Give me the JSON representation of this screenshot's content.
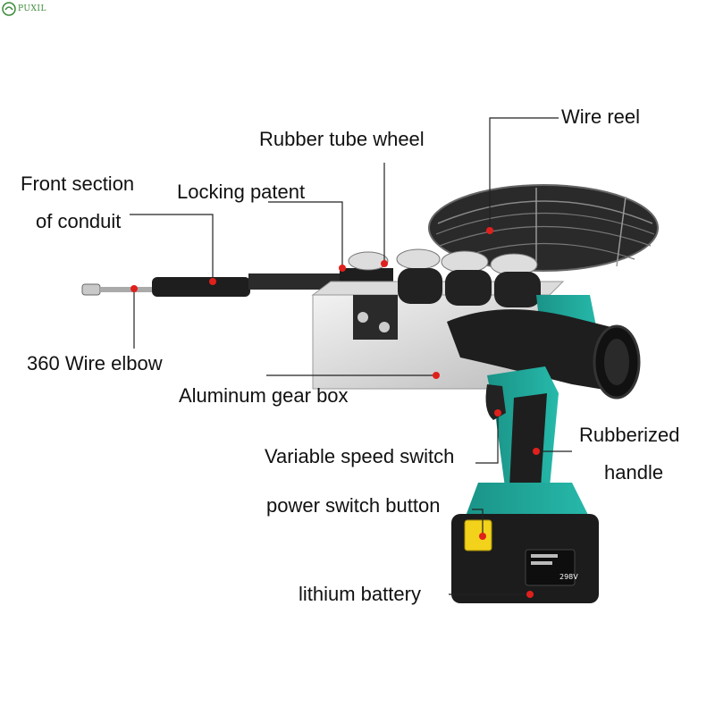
{
  "brand": {
    "name": "PUXIL"
  },
  "callouts": {
    "wire_reel": "Wire reel",
    "rubber_tube_wheel": "Rubber tube wheel",
    "front_section_1": "Front section",
    "front_section_2": "of conduit",
    "locking_patent": "Locking patent",
    "wire_elbow": "360  Wire elbow",
    "gear_box": "Aluminum gear box",
    "rubberized_1": "Rubberized",
    "rubberized_2": "handle",
    "speed_switch": "Variable speed switch",
    "power_button": "power switch button",
    "battery": "lithium battery"
  },
  "battery_display": {
    "voltage": "298V"
  },
  "colors": {
    "tool_teal": "#1fa89a",
    "battery_black": "#1c1c1c",
    "button_yellow": "#f2d21a",
    "marker_red": "#e0201c"
  }
}
